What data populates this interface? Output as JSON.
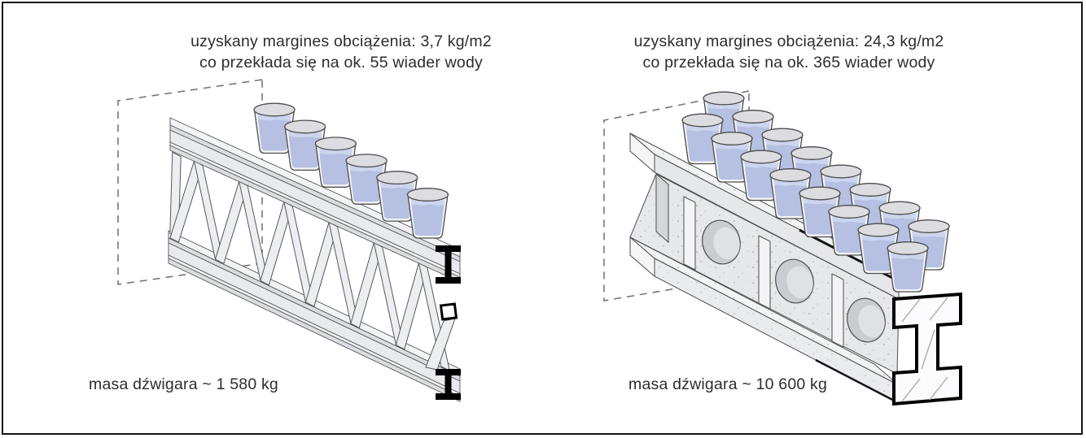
{
  "figure": {
    "border_color": "#141414",
    "background_color": "#ffffff",
    "text_color": "#2d2d2d"
  },
  "colors": {
    "water": "#b5c0e2",
    "water_surface": "#ccd5ee",
    "cup_body": "#f6f6f8",
    "cup_lid": "#dcdce1",
    "steel_light": "#f2f3f5",
    "steel_mid": "#e9eaed",
    "steel_dark": "#dbdde1",
    "concrete_speckle": "#9ea2a8",
    "outline": "#4d4d4d",
    "section_cut": "#000000",
    "dashed_plane": "#777777"
  },
  "panels": [
    {
      "side": "left",
      "caption_line1": "uzyskany margines obciążenia: 3,7 kg/m2",
      "caption_line2": "co przekłada się na ok. 55 wiader wody",
      "mass_label": "masa dźwigara ~ 1 580 kg",
      "load_margin_kg_per_m2": "3,7",
      "water_buckets_equivalent": 55,
      "buckets_drawn": 6
    },
    {
      "side": "right",
      "caption_line1": "uzyskany margines obciążenia: 24,3 kg/m2",
      "caption_line2": "co przekłada się na ok. 365 wiader wody",
      "mass_label": "masa dźwigara ~ 10 600 kg",
      "load_margin_kg_per_m2": "24,3",
      "water_buckets_equivalent": 365,
      "buckets_drawn": 16
    }
  ]
}
